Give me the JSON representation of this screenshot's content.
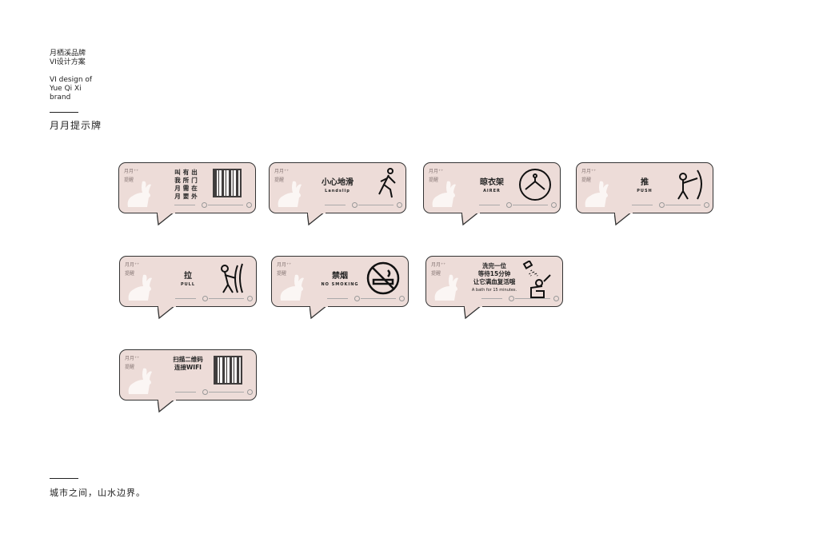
{
  "header": {
    "brand_cn_1": "月栖溪品牌",
    "brand_cn_2": "VI设计方案",
    "brand_en_1": "VI design of",
    "brand_en_2": "Yue Qi Xi",
    "brand_en_3": "brand",
    "section_title": "月月提示牌"
  },
  "footer": {
    "slogan": "城市之间，山水边界。"
  },
  "colors": {
    "card_bg": "#eddcd8",
    "border": "#333333"
  },
  "card_brand": {
    "line1": "月月⁺⁺",
    "line2": "提醒"
  },
  "cards": [
    {
      "title": "叫有出 我所门 月需在 月要外",
      "sub": "",
      "icon": "qr-code-icon"
    },
    {
      "title": "小心地滑",
      "sub": "Landslip",
      "icon": "slip-icon"
    },
    {
      "title": "晾衣架",
      "sub": "AIRER",
      "icon": "hanger-icon"
    },
    {
      "title": "推",
      "sub": "PUSH",
      "icon": "push-icon"
    },
    {
      "title": "拉",
      "sub": "PULL",
      "icon": "pull-icon"
    },
    {
      "title": "禁烟",
      "sub": "NO SMOKING",
      "icon": "no-smoking-icon"
    },
    {
      "title": "洗完一位 等待15分钟 让它满血复活哦",
      "sub": "A bath for 15 minutes.",
      "icon": "shower-icon"
    },
    {
      "title": "扫描二维码 连接WIFI",
      "sub": "",
      "icon": "qr-code-icon"
    }
  ]
}
